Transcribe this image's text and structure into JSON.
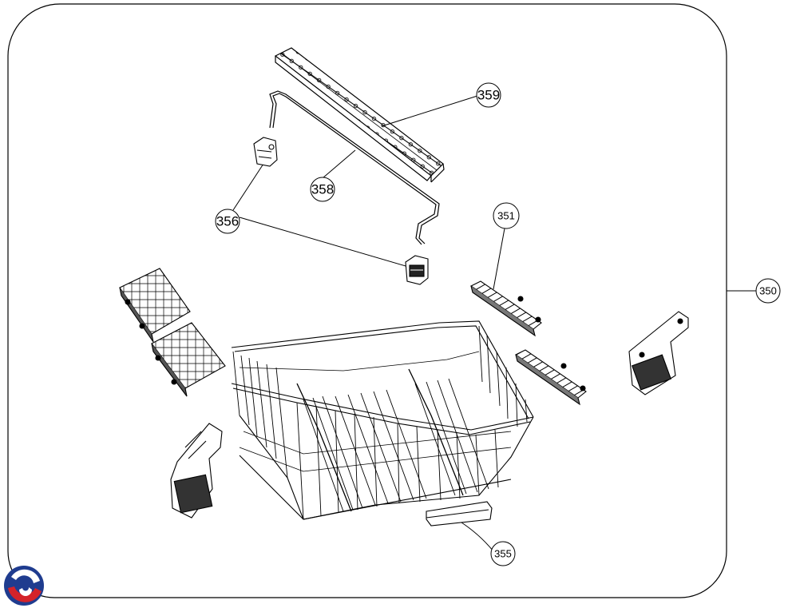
{
  "callouts": {
    "c350": "350",
    "c351": "351",
    "c355": "355",
    "c356": "356",
    "c358": "358",
    "c359": "359"
  },
  "colors": {
    "stroke": "#000000",
    "logo_blue": "#1f3c8f",
    "logo_red": "#d4232a"
  },
  "icons": [
    "company-logo-icon"
  ]
}
